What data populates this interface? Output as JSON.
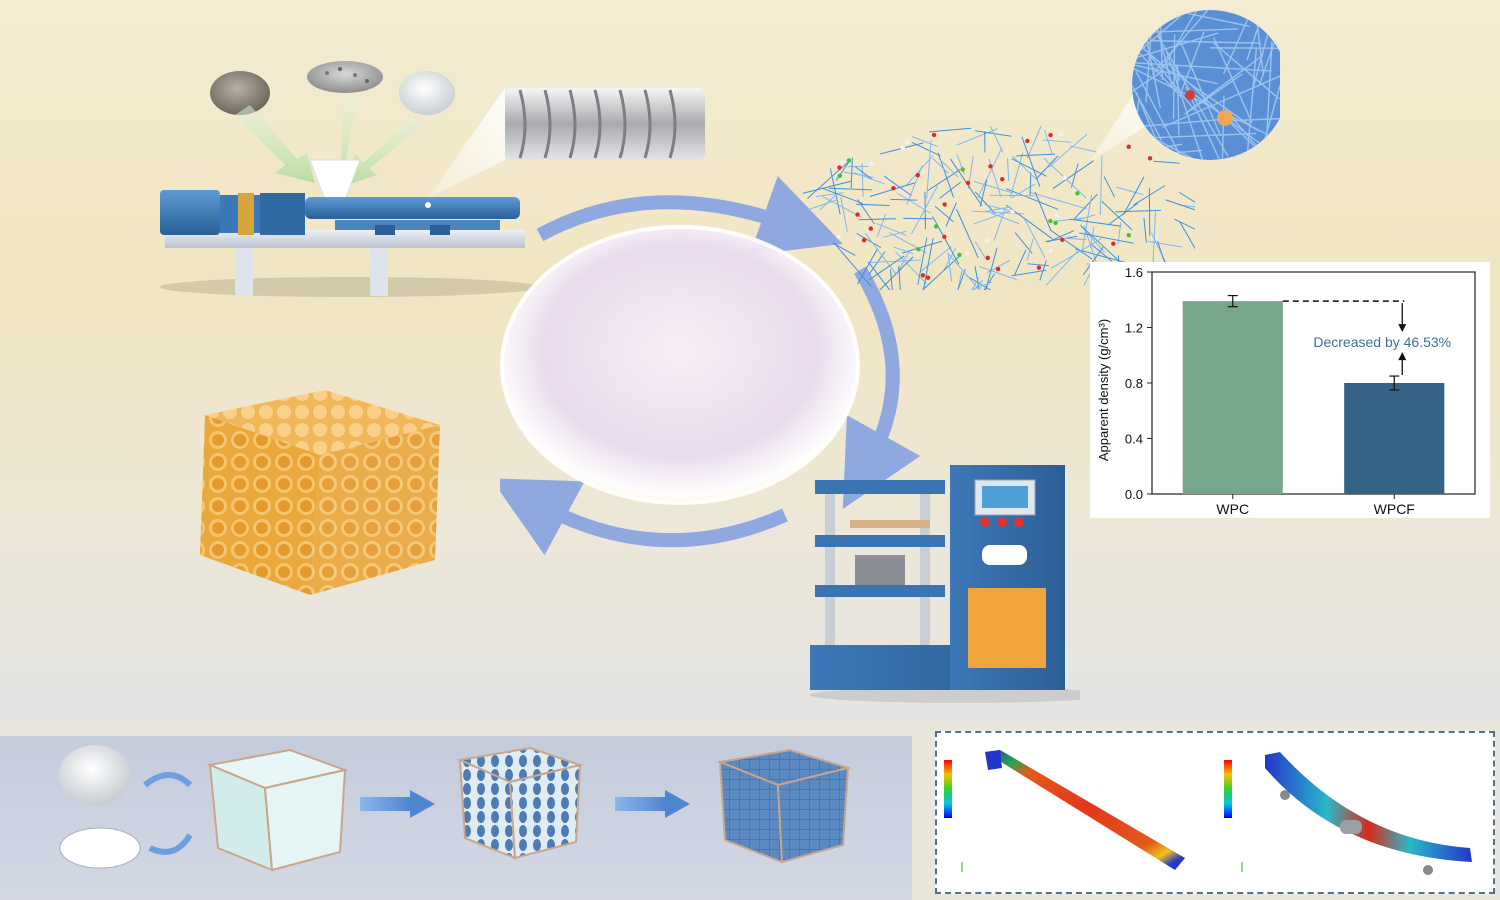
{
  "chart_data": {
    "type": "bar",
    "categories": [
      "WPC",
      "WPCF"
    ],
    "values": [
      1.39,
      0.8
    ],
    "errors": [
      0.04,
      0.05
    ],
    "ylabel": "Apparent density (g/cm³)",
    "ylim": [
      0.0,
      1.6
    ],
    "yticks": [
      "0.0",
      "0.4",
      "0.8",
      "1.2",
      "1.6"
    ],
    "annotation": "Decreased by 46.53%",
    "colors": [
      "#76a78a",
      "#346386"
    ],
    "annotation_color": "#3f6f9a",
    "grid": false
  },
  "icons": {
    "extruder": "twin-screw-extruder-icon",
    "screw": "screw-shaft-icon",
    "powders": [
      "wood-flour-icon",
      "polymer-pellets-icon",
      "foaming-agent-icon"
    ],
    "fiber_network": "fiber-network-icon",
    "bubble": "foam-bubble-icon",
    "hot_press": "hot-press-machine-icon",
    "foam_block": "foam-block-icon",
    "cube_steps": [
      "powder-icon",
      "cloud-icon",
      "empty-cube-icon",
      "cell-cube-icon",
      "mesh-cube-icon"
    ],
    "fem": [
      "tension-fem-model-icon",
      "bending-fem-model-icon"
    ]
  }
}
